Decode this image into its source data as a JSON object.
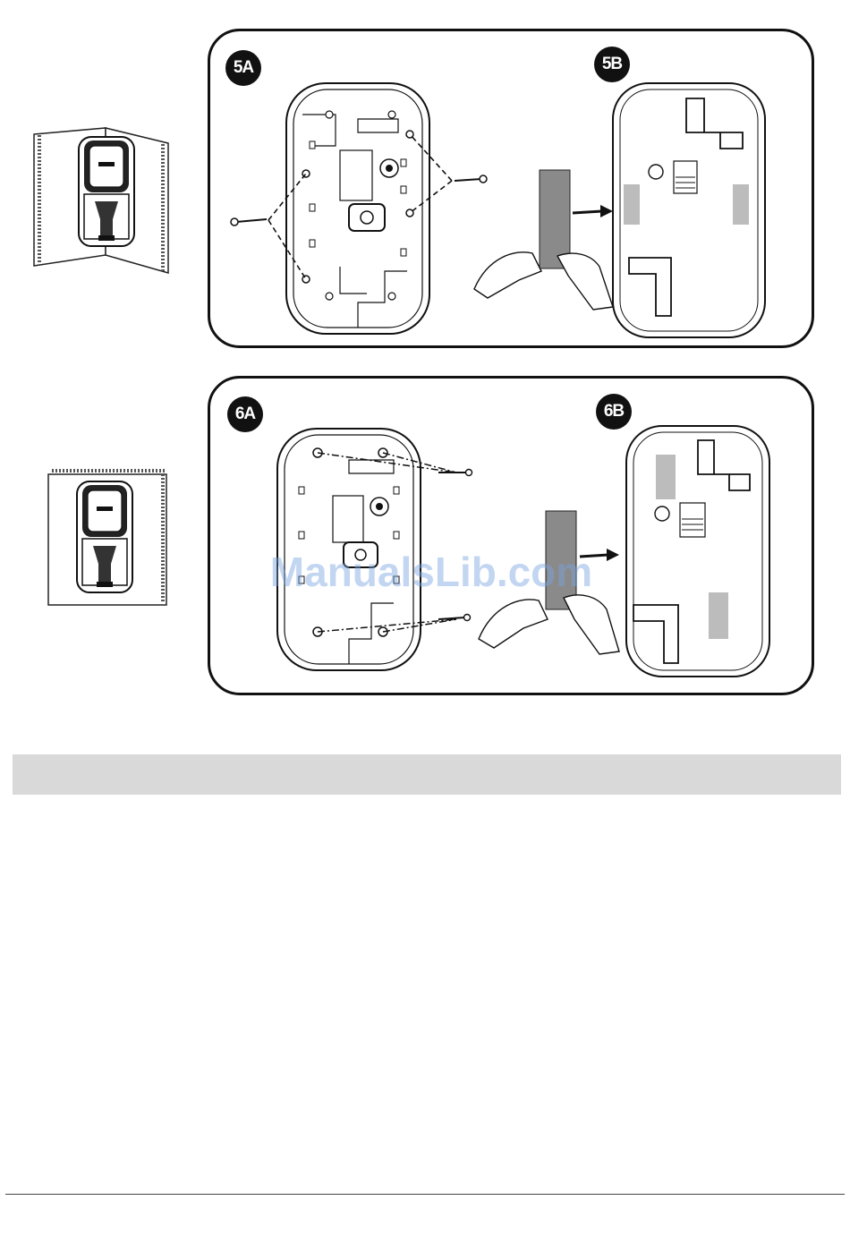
{
  "steps": {
    "step_5a": "5A",
    "step_5b": "5B",
    "step_6a": "6A",
    "step_6b": "6B"
  },
  "watermark": "ManualsLib.com",
  "icons": [
    "corner-mount-icon",
    "flat-wall-mount-icon",
    "screw-icon",
    "adhesive-tape-icon",
    "hand-icon",
    "arrow-icon"
  ]
}
